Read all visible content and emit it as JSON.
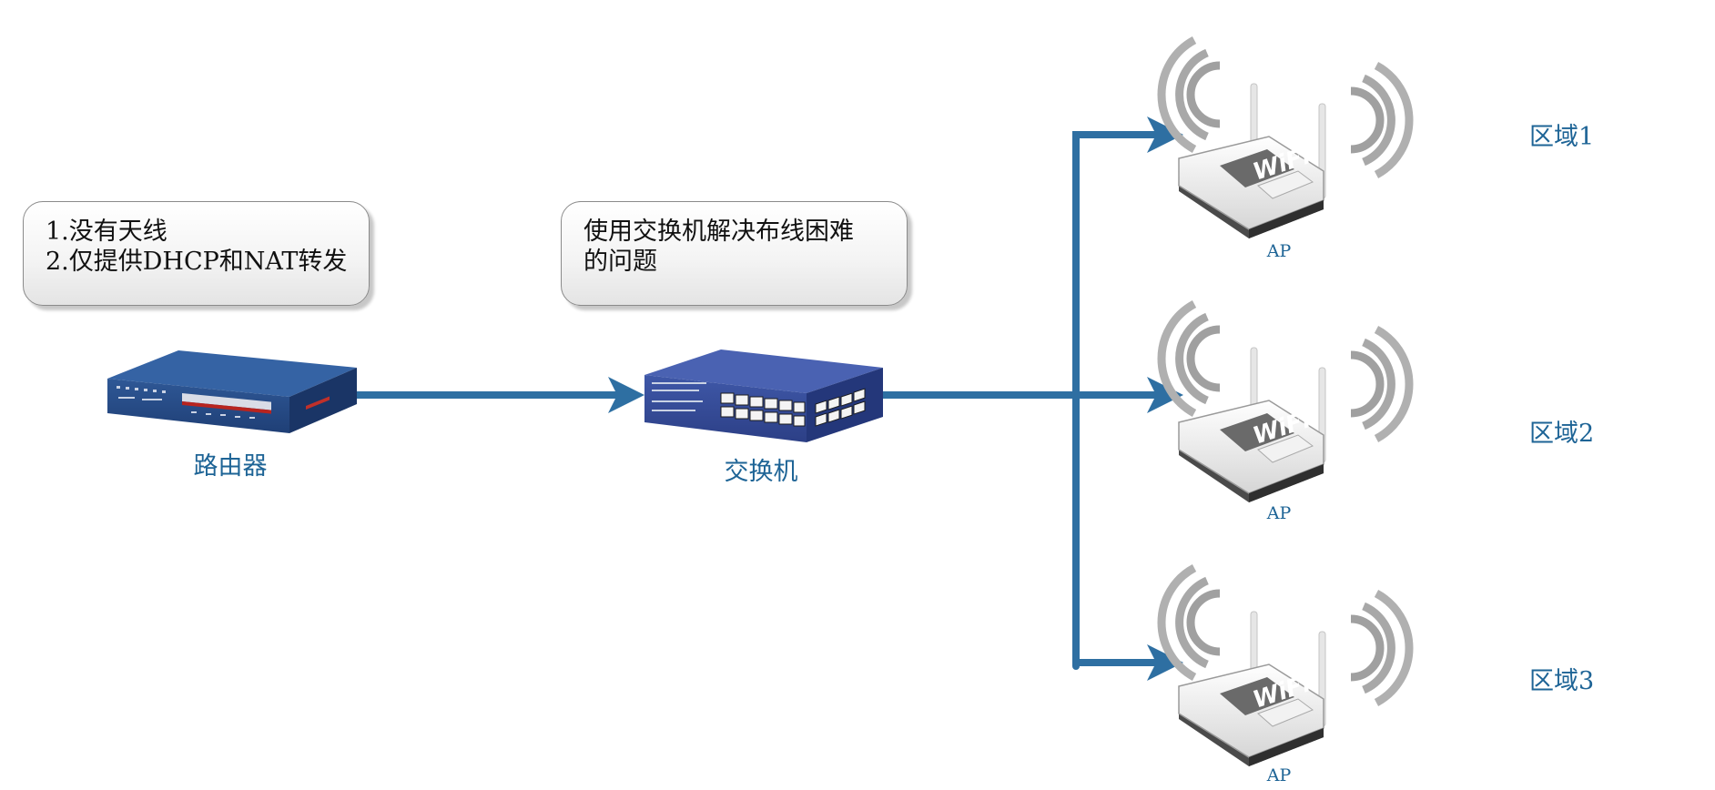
{
  "callouts": {
    "router_note": {
      "line1": "1.没有天线",
      "line2": "2.仅提供DHCP和NAT转发"
    },
    "switch_note": {
      "line1": "使用交换机解决布线困难",
      "line2": "的问题"
    }
  },
  "devices": {
    "router_label": "路由器",
    "switch_label": "交换机",
    "ap_label": "AP",
    "wifi_logo_text": "WiFi"
  },
  "zones": [
    "区域1",
    "区域2",
    "区域3"
  ],
  "colors": {
    "link": "#2e6fa2",
    "label": "#1e6496",
    "router_body": "#2a4f8c",
    "switch_body": "#3a4f9e",
    "ap_body": "#e8e8e8",
    "wave": "#9a9a9a"
  },
  "icons": {
    "router": "router-icon",
    "switch": "switch-icon",
    "ap": "wireless-ap-icon",
    "signal": "wifi-signal-icon"
  }
}
